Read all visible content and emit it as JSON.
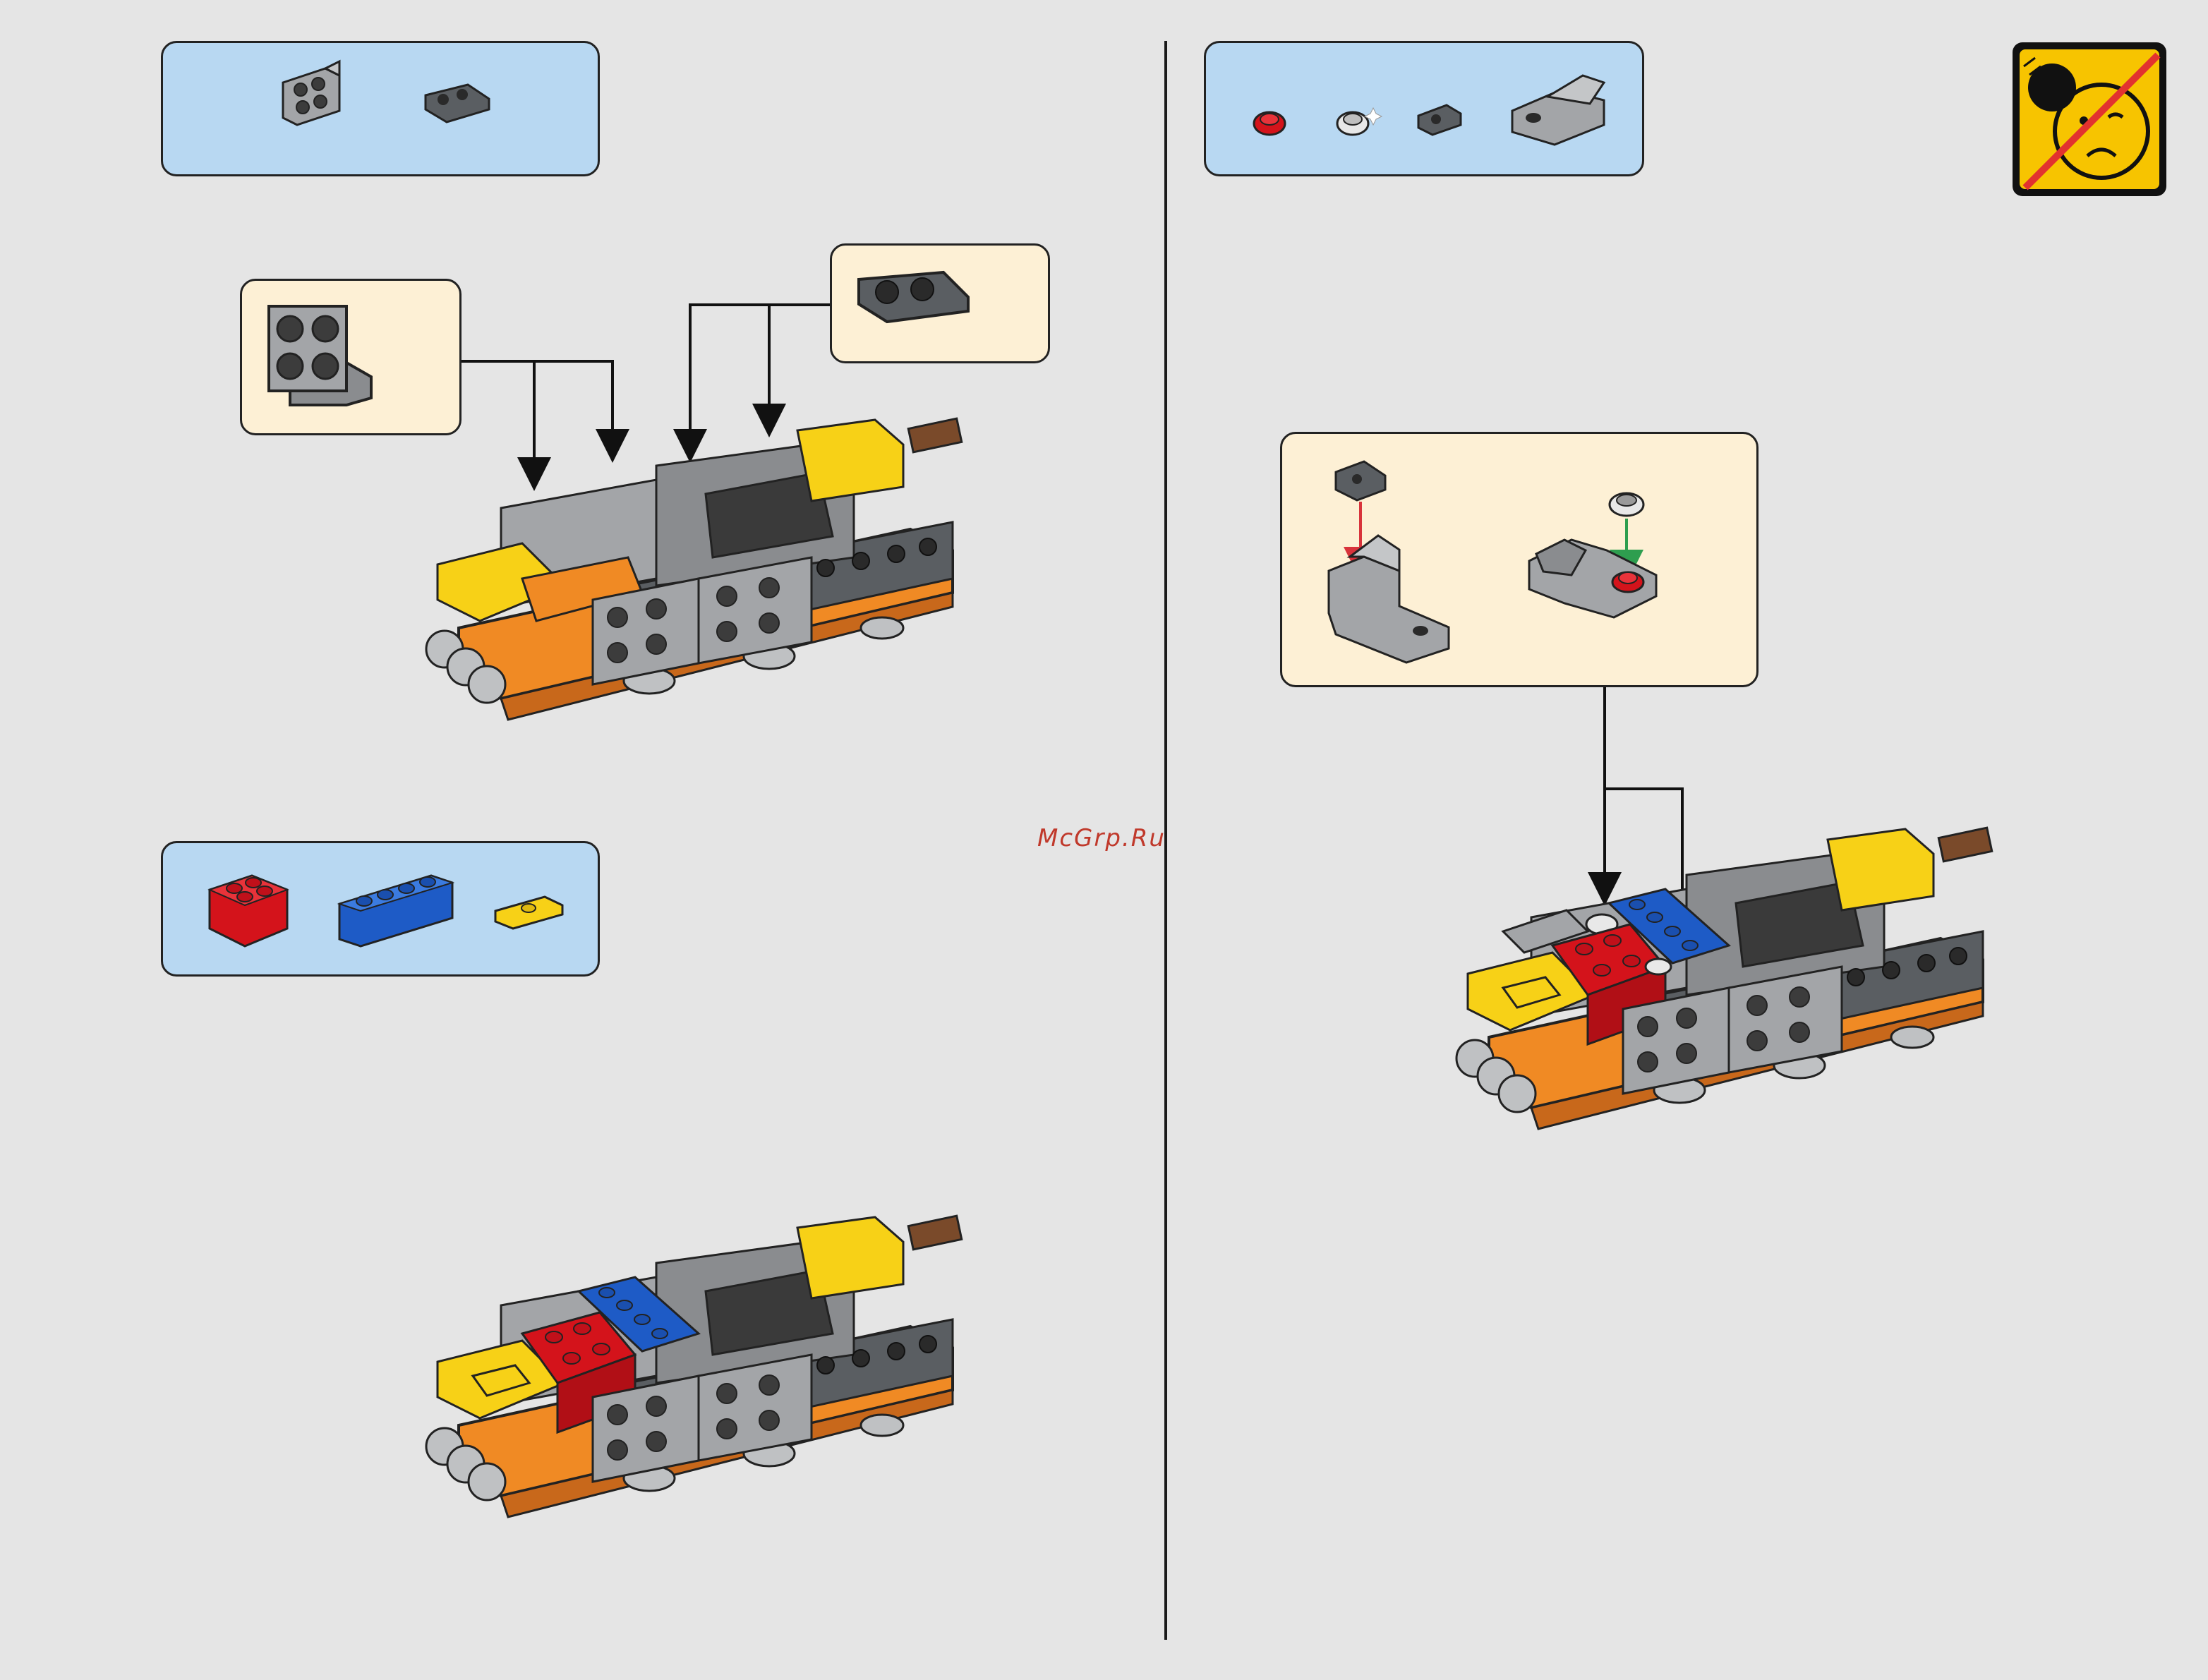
{
  "watermark": {
    "text": "McGrp.Ru"
  },
  "colors": {
    "background": "#e5e5e5",
    "parts_box": "#b8d8f2",
    "callout_box": "#fdf0d5",
    "arrow_red": "#d8333b",
    "arrow_green": "#2e9e4f",
    "brick_red": "#d4131b",
    "brick_blue": "#1e5bc6",
    "brick_yellow": "#f7d117",
    "brick_orange": "#f08a24",
    "brick_dark_gray": "#5a5e62",
    "brick_light_gray": "#a3a5a8",
    "warning_yellow": "#f7c400"
  },
  "steps": {
    "step_a": {
      "parts": [
        "bracket-2x2-light-gray",
        "bracket-1x2-dark-gray"
      ]
    },
    "step_b": {
      "parts": [
        "brick-2x2-red",
        "brick-1x4-blue",
        "plate-1x2-jumper-yellow"
      ]
    },
    "step_c": {
      "parts": [
        "round-plate-1x1-red",
        "round-plate-1x1-white",
        "clip-plate-dark-gray",
        "slope-part-light-gray"
      ]
    }
  },
  "warning": {
    "icon": "small-parts-choking-warning-icon"
  }
}
